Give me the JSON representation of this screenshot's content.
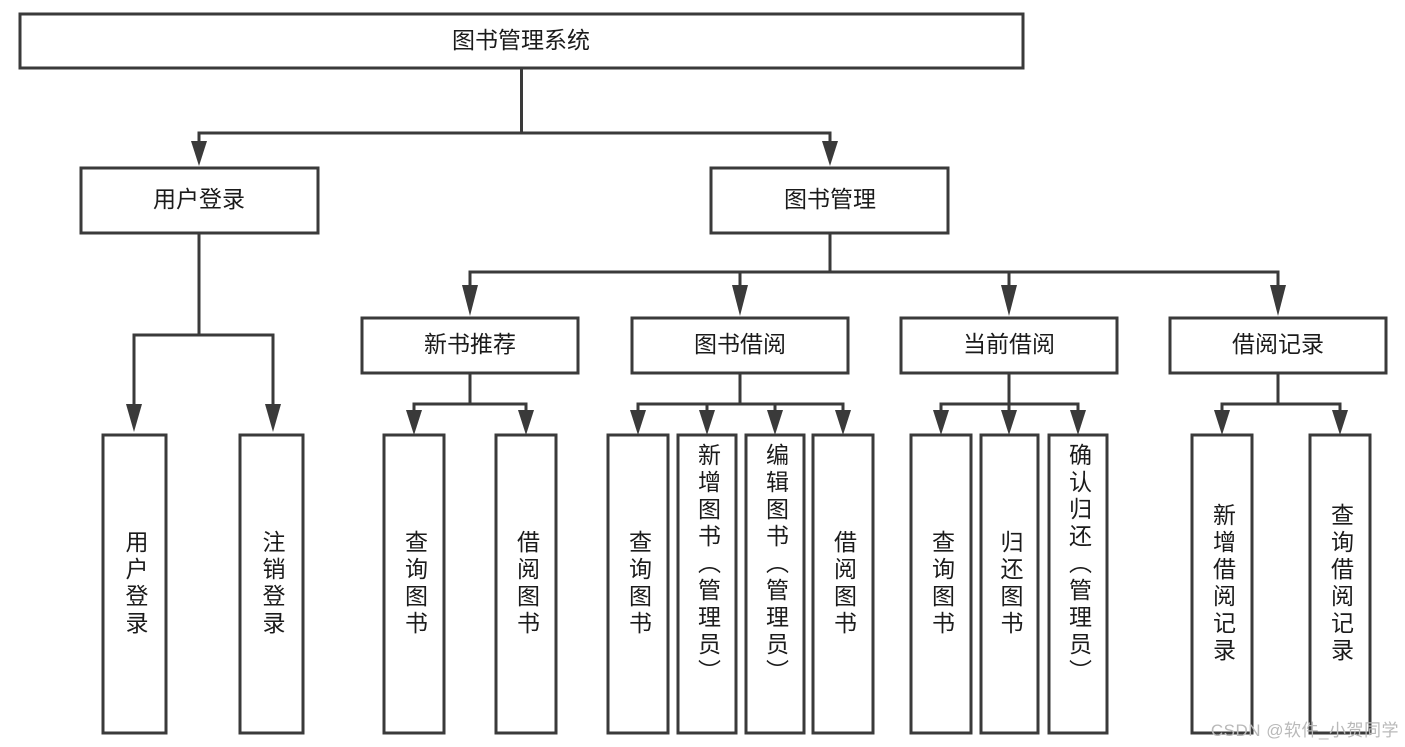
{
  "diagram": {
    "type": "tree-hierarchy-chart",
    "title": "图书管理系统",
    "watermark": "CSDN @软件_小贺同学",
    "colors": {
      "box_stroke": "#3a3a3a",
      "box_fill": "#ffffff",
      "text": "#1b1b1b",
      "background": "#ffffff",
      "watermark": "#b9b9b9"
    },
    "levels": {
      "root": {
        "label": "图书管理系统"
      },
      "level2": [
        {
          "id": "user-login",
          "label": "用户登录"
        },
        {
          "id": "book-management",
          "label": "图书管理"
        }
      ],
      "level3": [
        {
          "id": "new-book-recommend",
          "label": "新书推荐",
          "parent": "book-management"
        },
        {
          "id": "book-borrow",
          "label": "图书借阅",
          "parent": "book-management"
        },
        {
          "id": "current-borrow",
          "label": "当前借阅",
          "parent": "book-management"
        },
        {
          "id": "borrow-record",
          "label": "借阅记录",
          "parent": "book-management"
        }
      ],
      "leaves": [
        {
          "id": "leaf-user-login",
          "label": "用户登录",
          "parent": "user-login"
        },
        {
          "id": "leaf-user-logout",
          "label": "注销登录",
          "parent": "user-login"
        },
        {
          "id": "leaf-query-book-1",
          "label": "查询图书",
          "parent": "new-book-recommend"
        },
        {
          "id": "leaf-borrow-book-1",
          "label": "借阅图书",
          "parent": "new-book-recommend"
        },
        {
          "id": "leaf-query-book-2",
          "label": "查询图书",
          "parent": "book-borrow"
        },
        {
          "id": "leaf-add-book",
          "label": "新增图书（管理员）",
          "parent": "book-borrow"
        },
        {
          "id": "leaf-edit-book",
          "label": "编辑图书（管理员）",
          "parent": "book-borrow"
        },
        {
          "id": "leaf-borrow-book-2",
          "label": "借阅图书",
          "parent": "book-borrow"
        },
        {
          "id": "leaf-query-book-3",
          "label": "查询图书",
          "parent": "current-borrow"
        },
        {
          "id": "leaf-return-book",
          "label": "归还图书",
          "parent": "current-borrow"
        },
        {
          "id": "leaf-confirm-return",
          "label": "确认归还（管理员）",
          "parent": "current-borrow"
        },
        {
          "id": "leaf-add-record",
          "label": "新增借阅记录",
          "parent": "borrow-record"
        },
        {
          "id": "leaf-query-record",
          "label": "查询借阅记录",
          "parent": "borrow-record"
        }
      ]
    }
  }
}
